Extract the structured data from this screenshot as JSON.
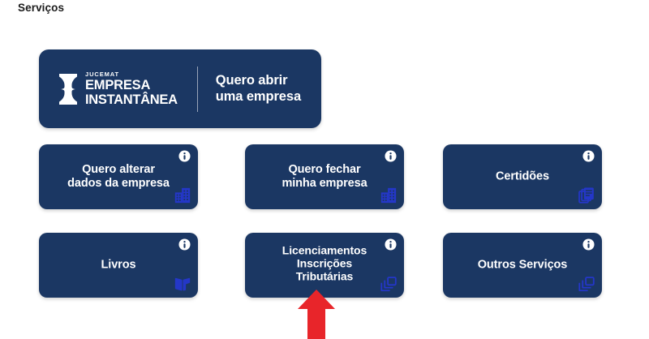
{
  "page": {
    "heading": "Serviços",
    "background_color": "#ffffff"
  },
  "theme": {
    "card_navy": "#1b3763",
    "icon_blue": "#2437c8",
    "text_white": "#ffffff",
    "arrow_red": "#e8252a"
  },
  "banner": {
    "logo": {
      "icon_name": "jucemat-hourglass-icon",
      "wordmark_top": "JUCEMAT",
      "wordmark_mid": "EMPRESA",
      "wordmark_bottom": "INSTANTÂNEA"
    },
    "cta_line1": "Quero abrir",
    "cta_line2": "uma empresa",
    "cta_text": "Quero abrir\numa empresa"
  },
  "cards": [
    {
      "id": "alterar",
      "label": "Quero alterar\ndados da empresa",
      "info_icon": "info-icon",
      "corner_icon": "building-icon"
    },
    {
      "id": "fechar",
      "label": "Quero fechar\nminha empresa",
      "info_icon": "info-icon",
      "corner_icon": "building-icon"
    },
    {
      "id": "certidoes",
      "label": "Certidões",
      "info_icon": "info-icon",
      "corner_icon": "documents-icon"
    },
    {
      "id": "livros",
      "label": "Livros",
      "info_icon": "info-icon",
      "corner_icon": "book-icon"
    },
    {
      "id": "licenciamentos",
      "label": "Licenciamentos\nInscrições\nTributárias",
      "info_icon": "info-icon",
      "corner_icon": "layers-icon"
    },
    {
      "id": "outros",
      "label": "Outros Serviços",
      "info_icon": "info-icon",
      "corner_icon": "layers-icon"
    }
  ],
  "annotation": {
    "arrow_name": "red-up-arrow-pointer",
    "points_at": "Licenciamentos Inscrições Tributárias"
  }
}
